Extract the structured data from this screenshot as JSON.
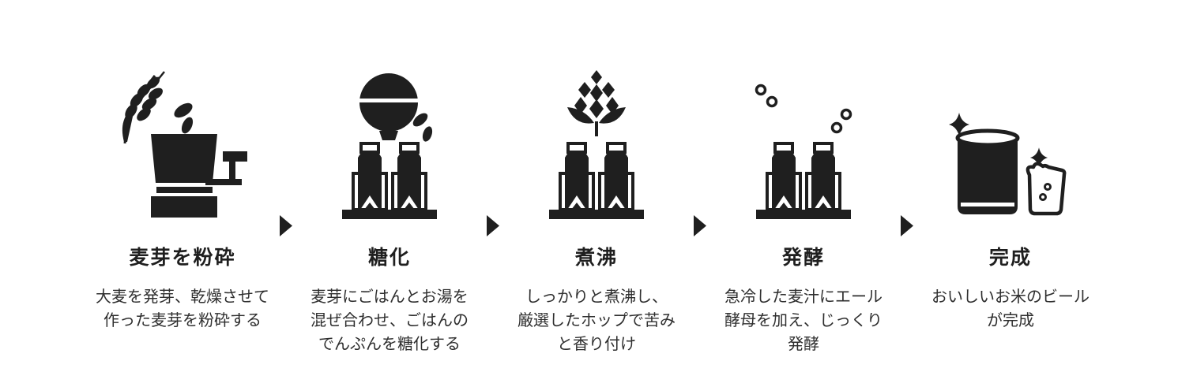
{
  "colors": {
    "background": "#ffffff",
    "ink": "#1f1f1f",
    "text": "#2e2e2e"
  },
  "process": {
    "separator_icon": "arrow-right-icon",
    "steps": [
      {
        "icon": "malt-mill-icon",
        "title": "麦芽を粉砕",
        "description": "大麦を発芽、乾燥させて\n作った麦芽を粉砕する"
      },
      {
        "icon": "rice-bowl-tanks-icon",
        "title": "糖化",
        "description": "麦芽にごはんとお湯を\n混ぜ合わせ、ごはんの\nでんぷんを糖化する"
      },
      {
        "icon": "hop-boiling-tanks-icon",
        "title": "煮沸",
        "description": "しっかりと煮沸し、\n厳選したホップで苦み\nと香り付け"
      },
      {
        "icon": "fermentation-tanks-icon",
        "title": "発酵",
        "description": "急冷した麦汁にエール\n酵母を加え、じっくり\n発酵"
      },
      {
        "icon": "beer-can-and-glass-icon",
        "title": "完成",
        "description": "おいしいお米のビール\nが完成"
      }
    ]
  }
}
